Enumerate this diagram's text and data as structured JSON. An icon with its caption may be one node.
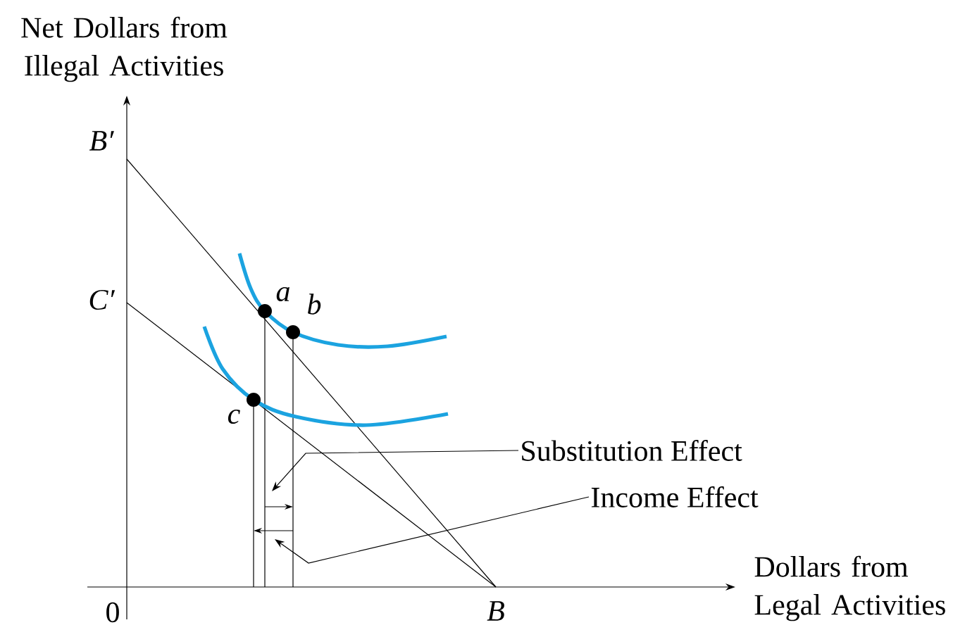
{
  "diagram": {
    "nodes": [
      {
        "text": [
          "Substitution Effect"
        ]
      },
      {
        "text": [
          "Income Effect"
        ]
      }
    ],
    "edges": [
      {
        "from": 0,
        "to": null,
        "arrow": "to"
      },
      {
        "from": 1,
        "to": null,
        "arrow": "to"
      }
    ],
    "labels": [
      "Net Dollars from Illegal Activities",
      "B′",
      "a",
      "b",
      "C′",
      "c",
      "0",
      "B",
      "Dollars from Legal Activities"
    ]
  }
}
